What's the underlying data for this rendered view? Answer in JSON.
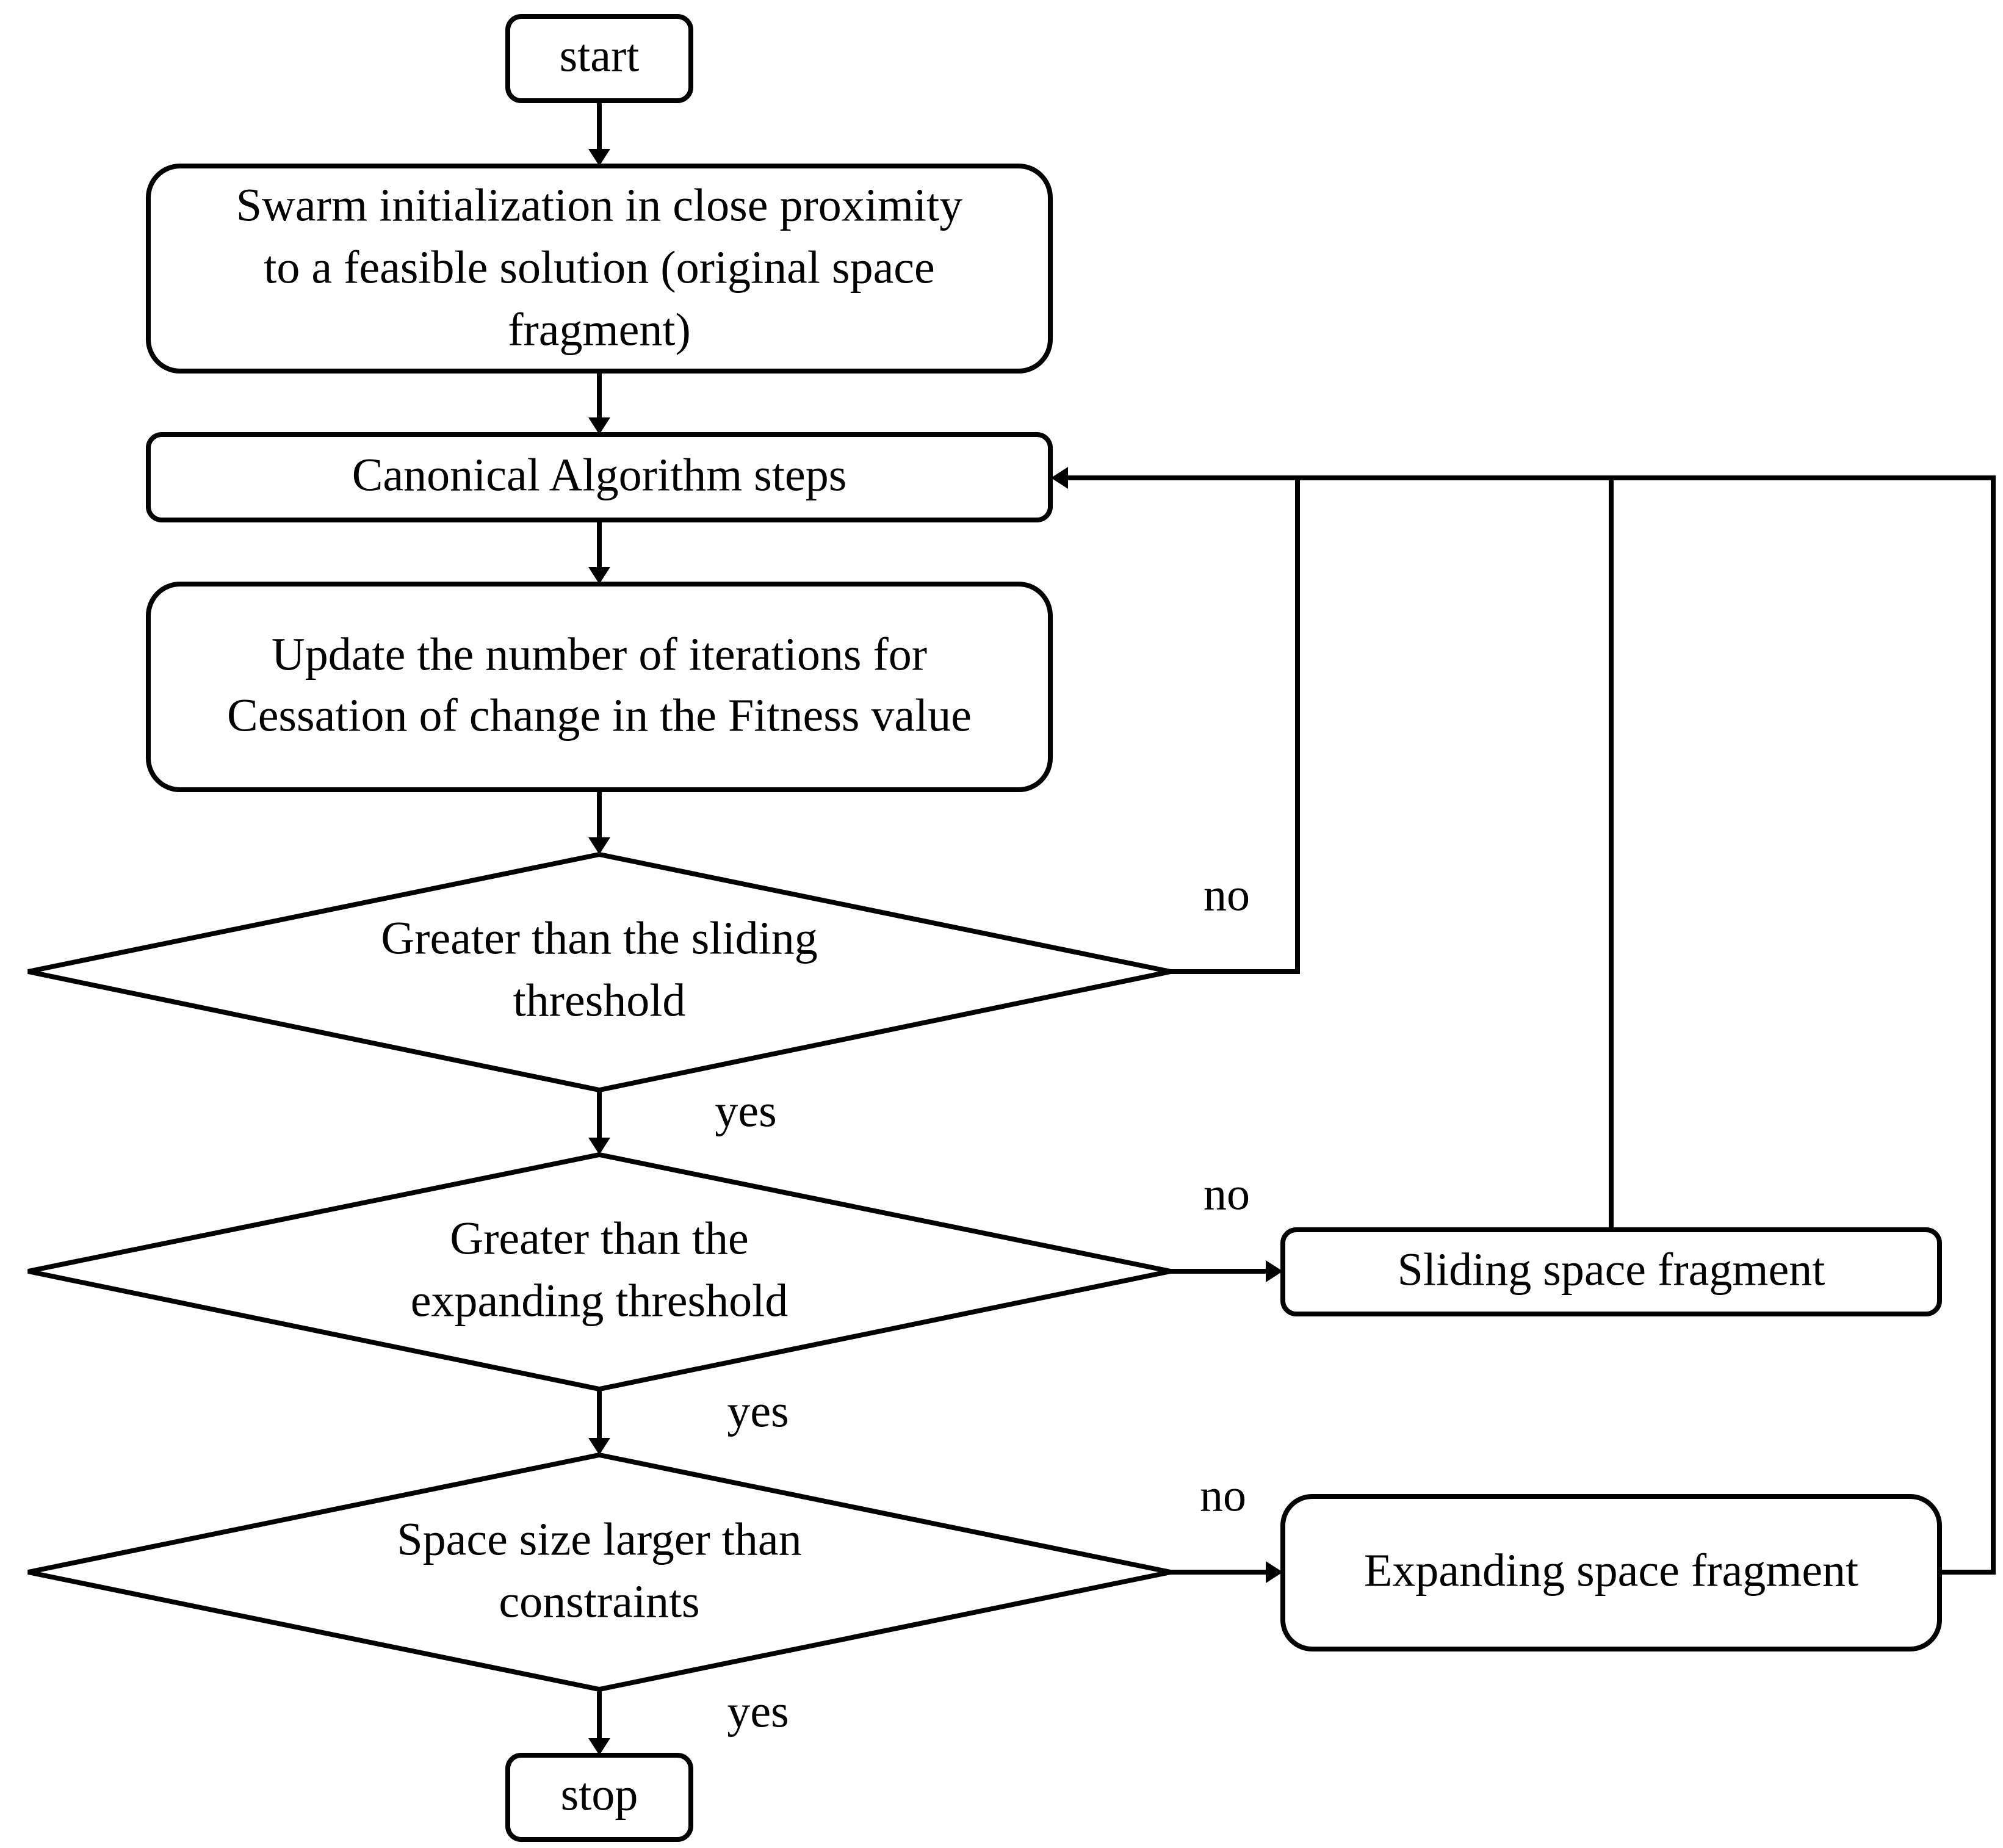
{
  "nodes": {
    "start": {
      "label": "start"
    },
    "init": {
      "lines": [
        "Swarm initialization in close proximity",
        "to a feasible solution (original space",
        "fragment)"
      ]
    },
    "canonical": {
      "label": "Canonical Algorithm steps"
    },
    "update": {
      "lines": [
        "Update the number of iterations for",
        "Cessation of change in the Fitness value"
      ]
    },
    "sliding_decision": {
      "lines": [
        "Greater than the sliding",
        "threshold"
      ]
    },
    "expanding_decision": {
      "lines": [
        "Greater than the",
        "expanding threshold"
      ]
    },
    "space_decision": {
      "lines": [
        "Space size larger than",
        "constraints"
      ]
    },
    "sliding_fragment": {
      "label": "Sliding space fragment"
    },
    "expanding_fragment": {
      "label": "Expanding space fragment"
    },
    "stop": {
      "label": "stop"
    }
  },
  "edge_labels": {
    "sliding_no": "no",
    "sliding_yes": "yes",
    "expanding_no": "no",
    "expanding_yes": "yes",
    "space_no": "no",
    "space_yes": "yes"
  }
}
